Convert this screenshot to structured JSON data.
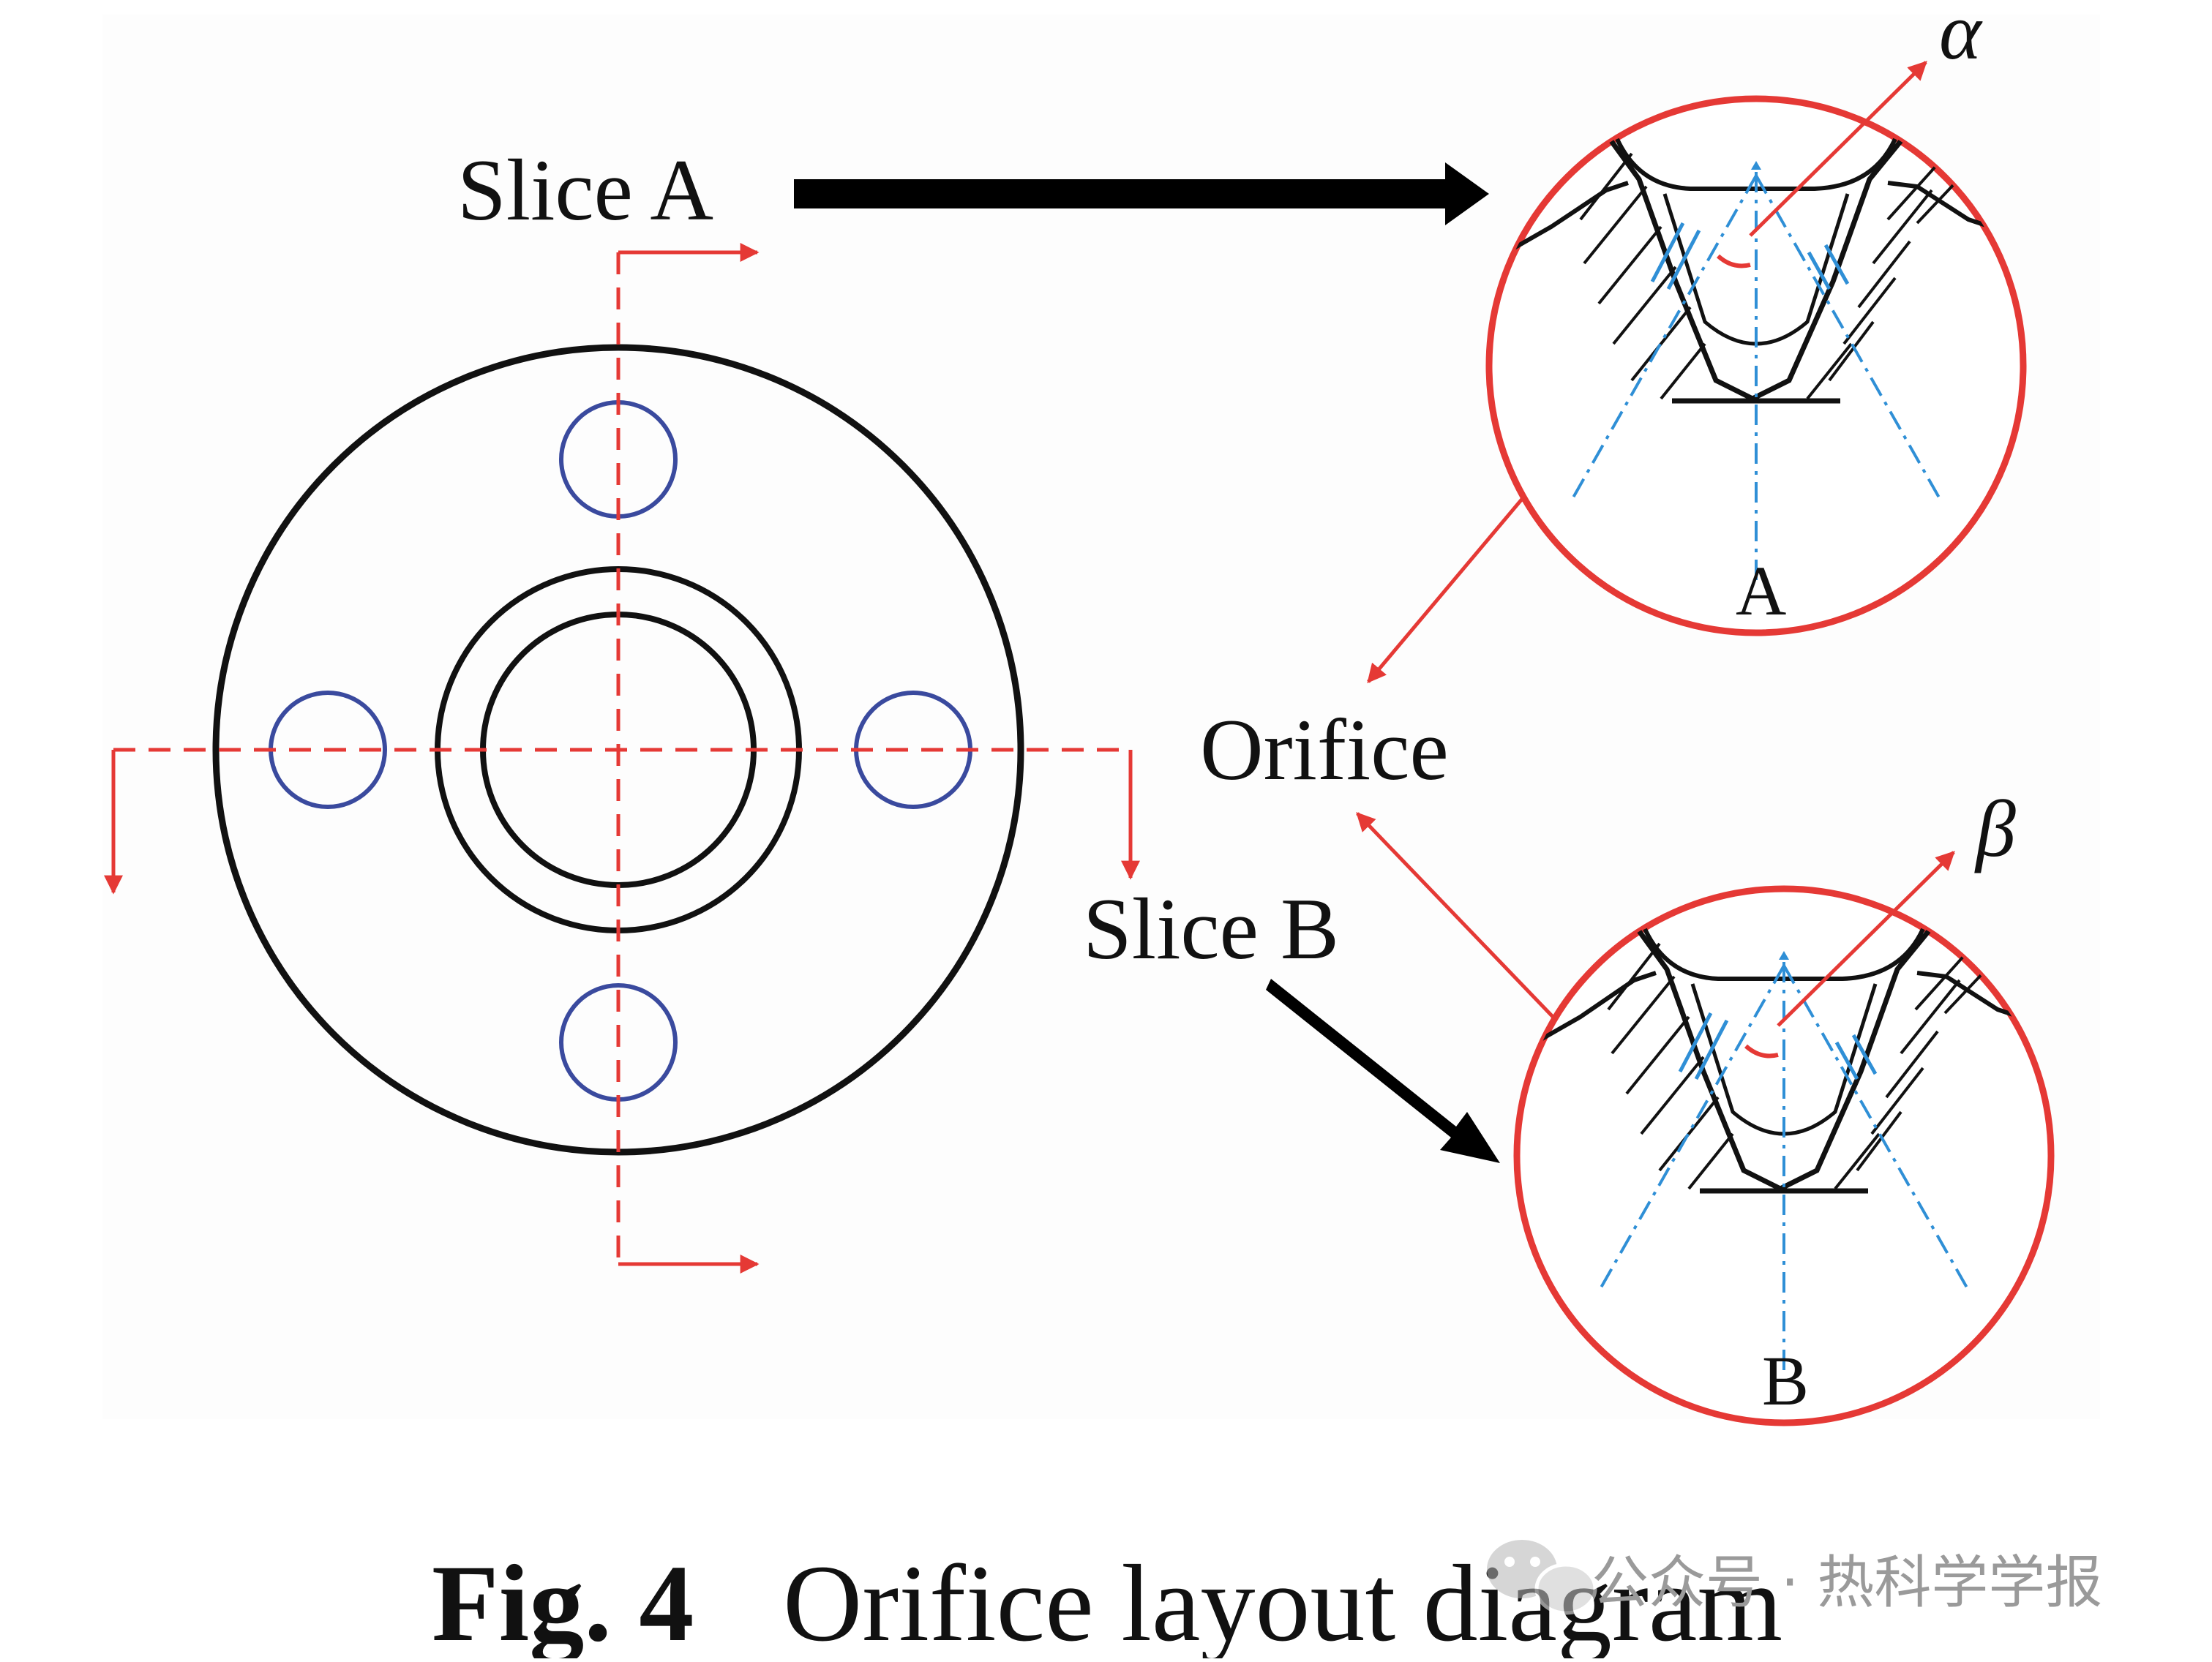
{
  "diagram": {
    "labels": {
      "slice_a": "Slice A",
      "slice_b": "Slice B",
      "orifice": "Orifice",
      "alpha": "α",
      "beta": "β",
      "detail_a_letter": "A",
      "detail_b_letter": "B"
    },
    "colors": {
      "section_line": "#e53935",
      "orifice_circle": "#3a4a9e",
      "detail_border": "#e53935",
      "axis_line": "#2f8fd6",
      "outline": "#111111"
    }
  },
  "caption": {
    "number": "Fig. 4",
    "text": "Orifice layout diagram"
  },
  "watermark": {
    "text": "公众号 · 热科学学报",
    "icon": "wechat-icon"
  }
}
